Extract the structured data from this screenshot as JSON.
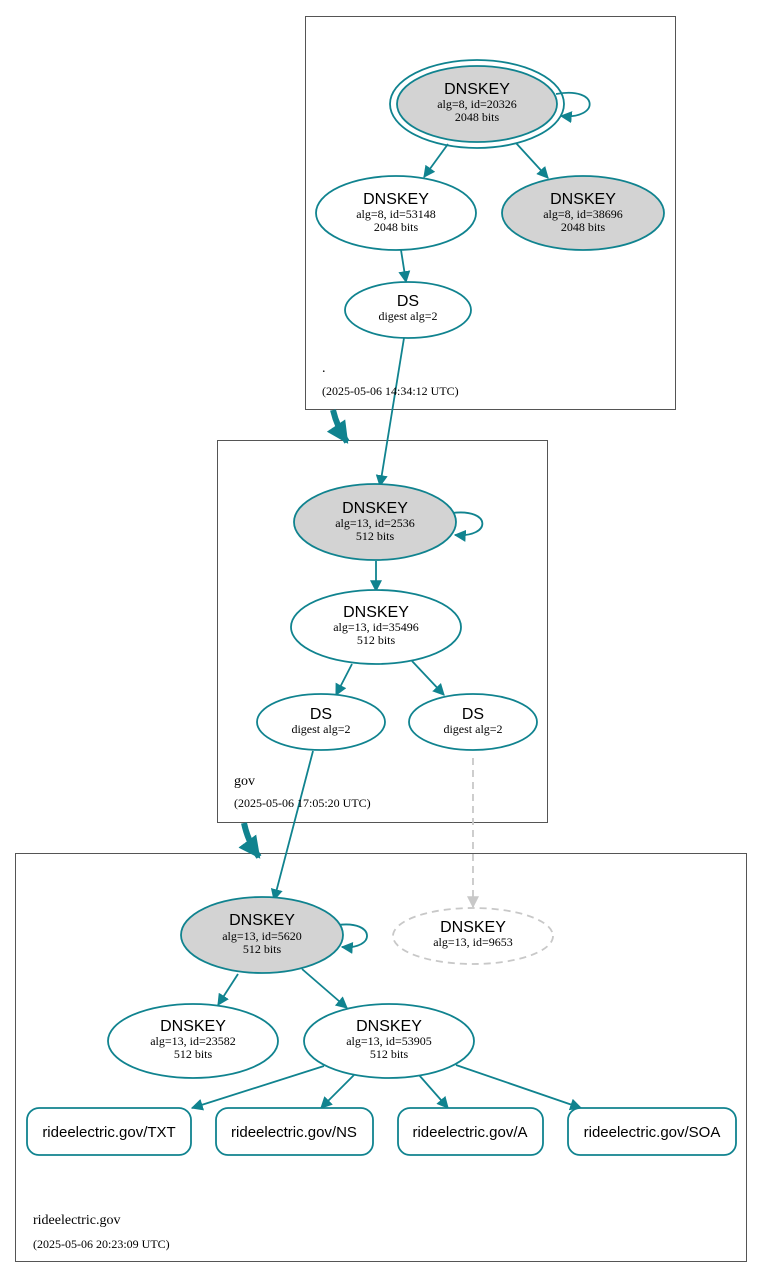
{
  "colors": {
    "edge": "#10838f",
    "node_fill_ksk": "#d3d3d3",
    "node_fill_plain": "#ffffff",
    "insecure": "#c8c8c8",
    "zone_border": "#555555"
  },
  "zones": {
    "root": {
      "name": ".",
      "timestamp": "(2025-05-06 14:34:12 UTC)"
    },
    "gov": {
      "name": "gov",
      "timestamp": "(2025-05-06 17:05:20 UTC)"
    },
    "ride": {
      "name": "rideelectric.gov",
      "timestamp": "(2025-05-06 20:23:09 UTC)"
    }
  },
  "nodes": {
    "root_ksk": {
      "title": "DNSKEY",
      "line1": "alg=8, id=20326",
      "line2": "2048 bits"
    },
    "root_zsk1": {
      "title": "DNSKEY",
      "line1": "alg=8, id=53148",
      "line2": "2048 bits"
    },
    "root_zsk2": {
      "title": "DNSKEY",
      "line1": "alg=8, id=38696",
      "line2": "2048 bits"
    },
    "root_ds": {
      "title": "DS",
      "line1": "digest alg=2"
    },
    "gov_ksk": {
      "title": "DNSKEY",
      "line1": "alg=13, id=2536",
      "line2": "512 bits"
    },
    "gov_zsk": {
      "title": "DNSKEY",
      "line1": "alg=13, id=35496",
      "line2": "512 bits"
    },
    "gov_ds1": {
      "title": "DS",
      "line1": "digest alg=2"
    },
    "gov_ds2": {
      "title": "DS",
      "line1": "digest alg=2"
    },
    "ride_ksk": {
      "title": "DNSKEY",
      "line1": "alg=13, id=5620",
      "line2": "512 bits"
    },
    "ride_missing": {
      "title": "DNSKEY",
      "line1": "alg=13, id=9653"
    },
    "ride_zsk1": {
      "title": "DNSKEY",
      "line1": "alg=13, id=23582",
      "line2": "512 bits"
    },
    "ride_zsk2": {
      "title": "DNSKEY",
      "line1": "alg=13, id=53905",
      "line2": "512 bits"
    }
  },
  "records": {
    "txt": "rideelectric.gov/TXT",
    "ns": "rideelectric.gov/NS",
    "a": "rideelectric.gov/A",
    "soa": "rideelectric.gov/SOA"
  }
}
